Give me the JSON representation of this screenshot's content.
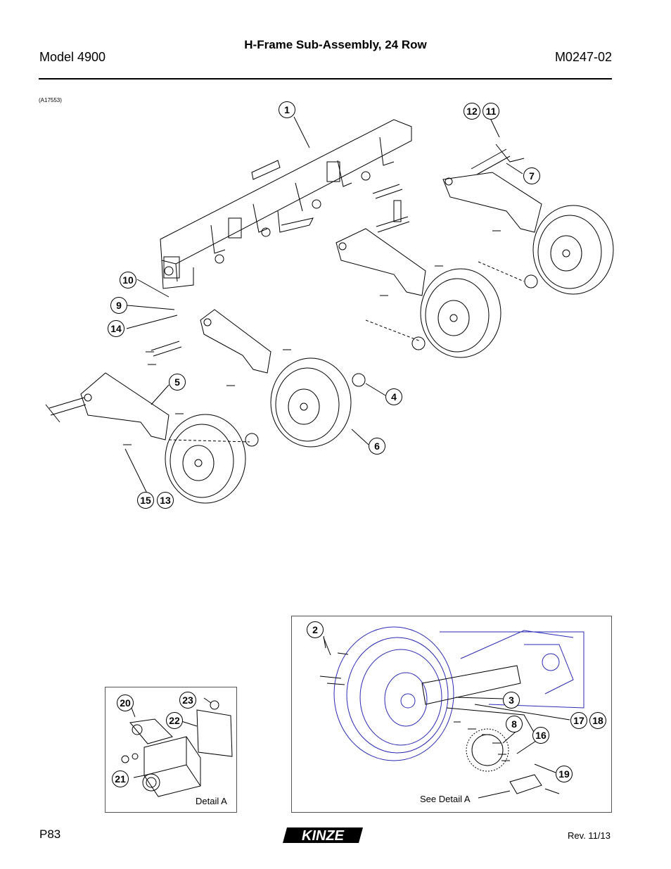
{
  "header": {
    "title": "H-Frame Sub-Assembly, 24 Row",
    "model": "Model 4900",
    "doc_code": "M0247-02"
  },
  "figure_ref": "(A17553)",
  "detail_labels": {
    "detail_a": "Detail A",
    "see_detail_a": "See Detail A"
  },
  "callouts": [
    "1",
    "2",
    "3",
    "4",
    "5",
    "6",
    "7",
    "8",
    "9",
    "10",
    "11",
    "12",
    "13",
    "14",
    "15",
    "16",
    "17",
    "18",
    "19",
    "20",
    "21",
    "22",
    "23"
  ],
  "footer": {
    "page": "P83",
    "brand": "KINZE",
    "revision": "Rev. 11/13"
  },
  "colors": {
    "line": "#000000",
    "tire_detail": "#2a2ab5"
  }
}
